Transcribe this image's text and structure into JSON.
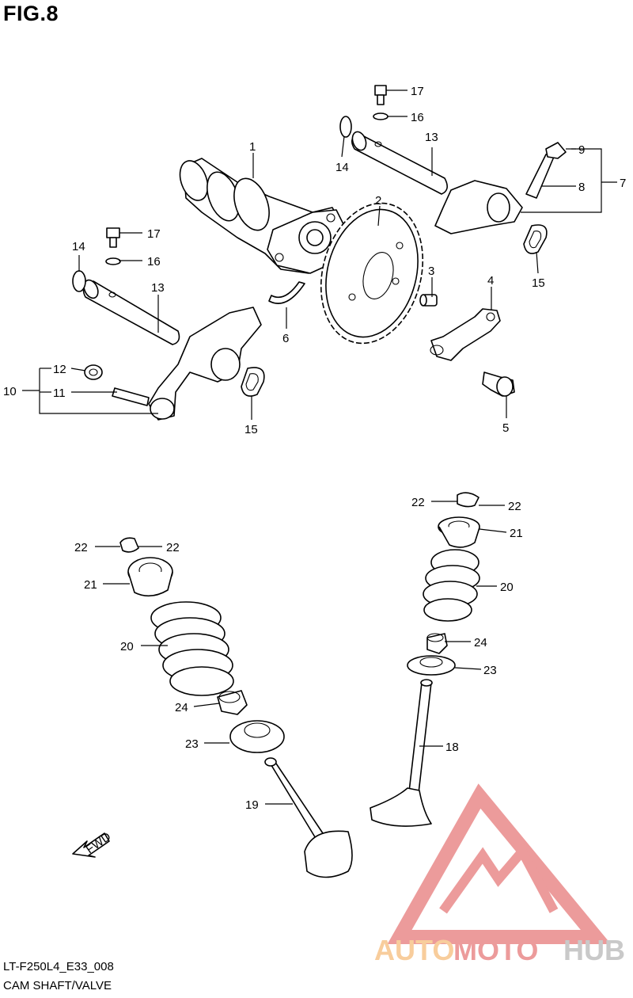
{
  "figure": {
    "title": "FIG.8",
    "model_code": "LT-F250L4_E33_008",
    "assembly_name": "CAM SHAFT/VALVE",
    "fwd_label": "FWD"
  },
  "watermark": {
    "part1": "AUTO",
    "part2": "MOTO",
    "part3": "HUB",
    "colors": {
      "light": "#f7c58b",
      "red": "#e98a8a",
      "gray": "#c0c0c0"
    }
  },
  "callouts": {
    "c1": "1",
    "c2": "2",
    "c3": "3",
    "c4": "4",
    "c5": "5",
    "c6": "6",
    "c7": "7",
    "c8": "8",
    "c9": "9",
    "c10": "10",
    "c11": "11",
    "c12": "12",
    "c13a": "13",
    "c13b": "13",
    "c14a": "14",
    "c14b": "14",
    "c15a": "15",
    "c15b": "15",
    "c16a": "16",
    "c16b": "16",
    "c17a": "17",
    "c17b": "17",
    "c18": "18",
    "c19": "19",
    "c20a": "20",
    "c20b": "20",
    "c21a": "21",
    "c21b": "21",
    "c22a": "22",
    "c22b": "22",
    "c22c": "22",
    "c22d": "22",
    "c23a": "23",
    "c23b": "23",
    "c24a": "24",
    "c24b": "24"
  }
}
